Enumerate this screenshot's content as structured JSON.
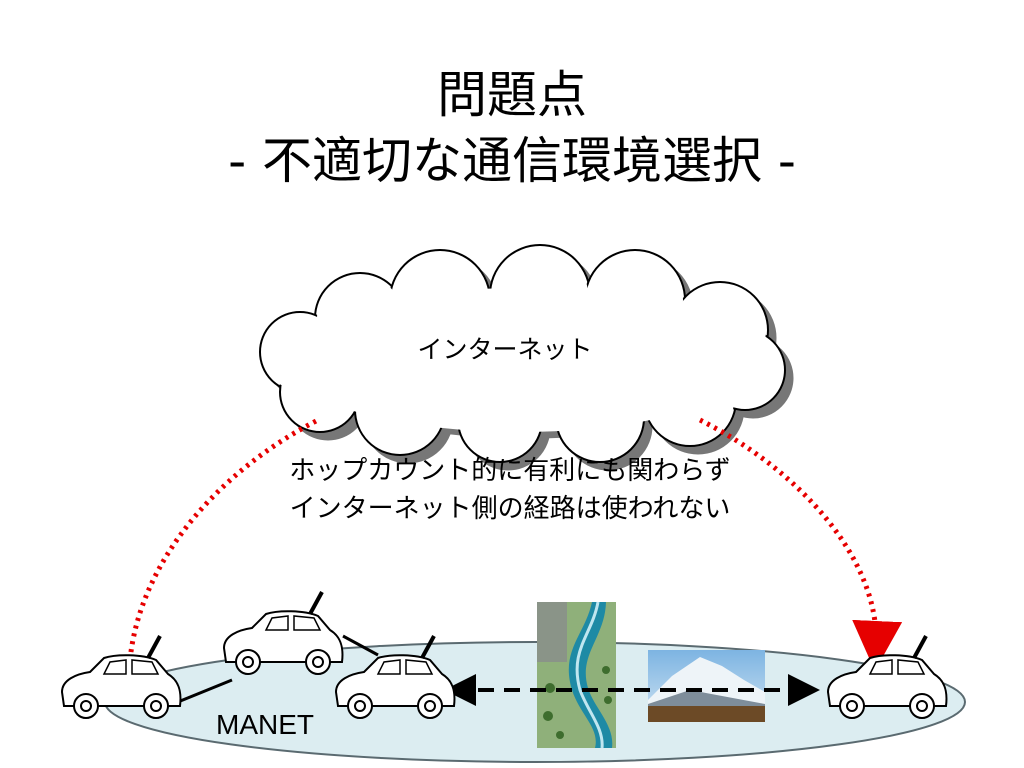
{
  "title": {
    "line1": "問題点",
    "line2": "- 不適切な通信環境選択 -"
  },
  "diagram": {
    "cloud_label": "インターネット",
    "caption_line1": "ホップカウント的に有利にも関わらず",
    "caption_line2": "インターネット側の経路は使われない",
    "manet_label": "MANET"
  },
  "colors": {
    "internet_path": "#e60000",
    "manet_area": "#dcedf1",
    "link": "#000000"
  },
  "icons": {
    "vehicle": "car-icon",
    "obstacle_river": "river-forest-image",
    "obstacle_mountain": "mountain-image"
  }
}
